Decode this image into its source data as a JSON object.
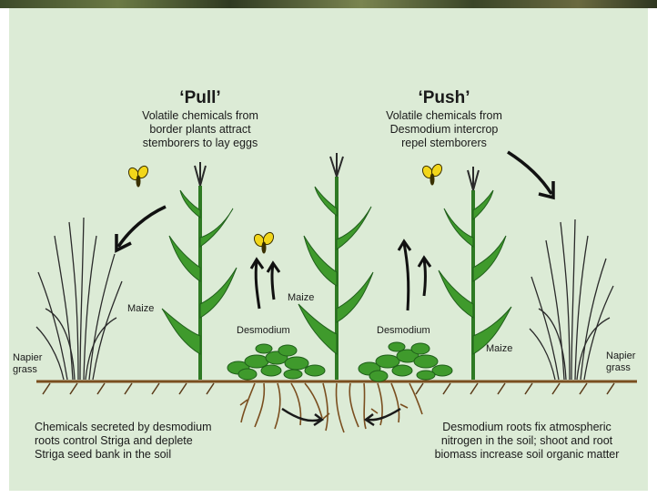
{
  "pull": {
    "title": "‘Pull’",
    "line1": "Volatile chemicals from",
    "line2": "border plants attract",
    "line3": "stemborers to lay eggs"
  },
  "push": {
    "title": "‘Push’",
    "line1": "Volatile chemicals from",
    "line2": "Desmodium intercrop",
    "line3": "repel stemborers"
  },
  "labels": {
    "napier_left_1": "Napier",
    "napier_left_2": "grass",
    "napier_right_1": "Napier",
    "napier_right_2": "grass",
    "maize_left": "Maize",
    "maize_center": "Maize",
    "maize_right": "Maize",
    "desmodium_left": "Desmodium",
    "desmodium_right": "Desmodium"
  },
  "footer": {
    "left_line1": "Chemicals secreted by desmodium",
    "left_line2": "roots control Striga and deplete",
    "left_line3": "Striga seed bank in the soil",
    "right_line1": "Desmodium roots fix atmospheric",
    "right_line2": "nitrogen in the soil; shoot and root",
    "right_line3": "biomass increase soil organic matter"
  },
  "colors": {
    "panel_bg": "#dcebd6",
    "leaf_green": "#3f9a2c",
    "dark_green": "#1f5e1a",
    "soil_brown": "#7a4e1f",
    "moth_yellow": "#f2d61a",
    "grass_stroke": "#2a2a2a"
  }
}
